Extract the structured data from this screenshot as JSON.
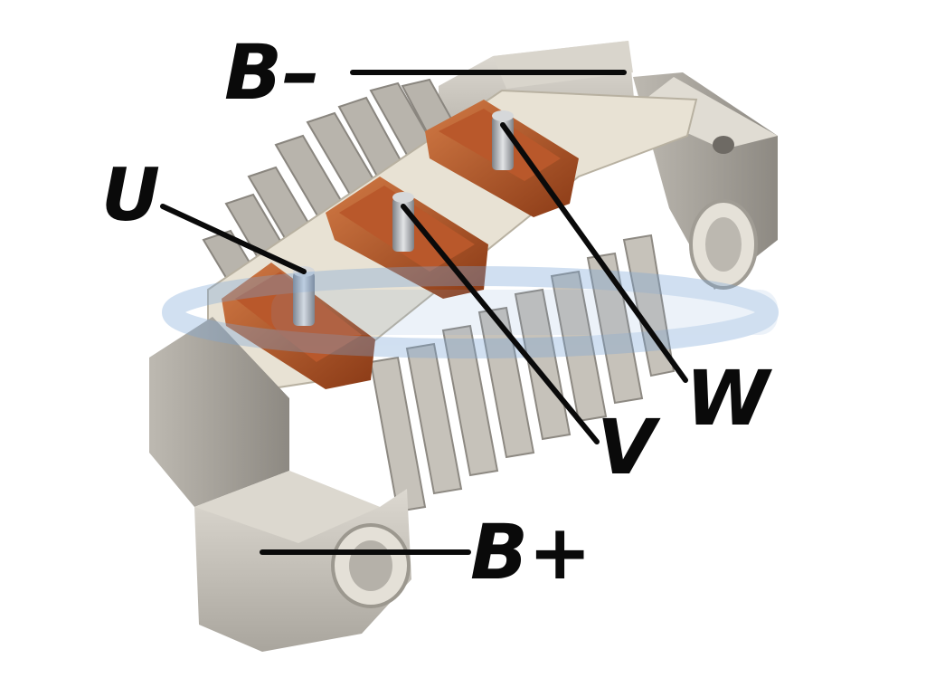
{
  "labels": {
    "b_minus": "B–",
    "u": "U",
    "v": "V",
    "w": "W",
    "b_plus": "B+"
  },
  "colors": {
    "aluminum": "#c9c5bd",
    "aluminum_shadow": "#8f8b84",
    "insulator": "#e6e0d2",
    "copper": "#b5562a",
    "copper_dark": "#7a3414",
    "stud": "#b9bcc0",
    "watermark": "#7aa6d8",
    "line": "#0a0a0a"
  },
  "watermark_icon": "brand-watermark"
}
